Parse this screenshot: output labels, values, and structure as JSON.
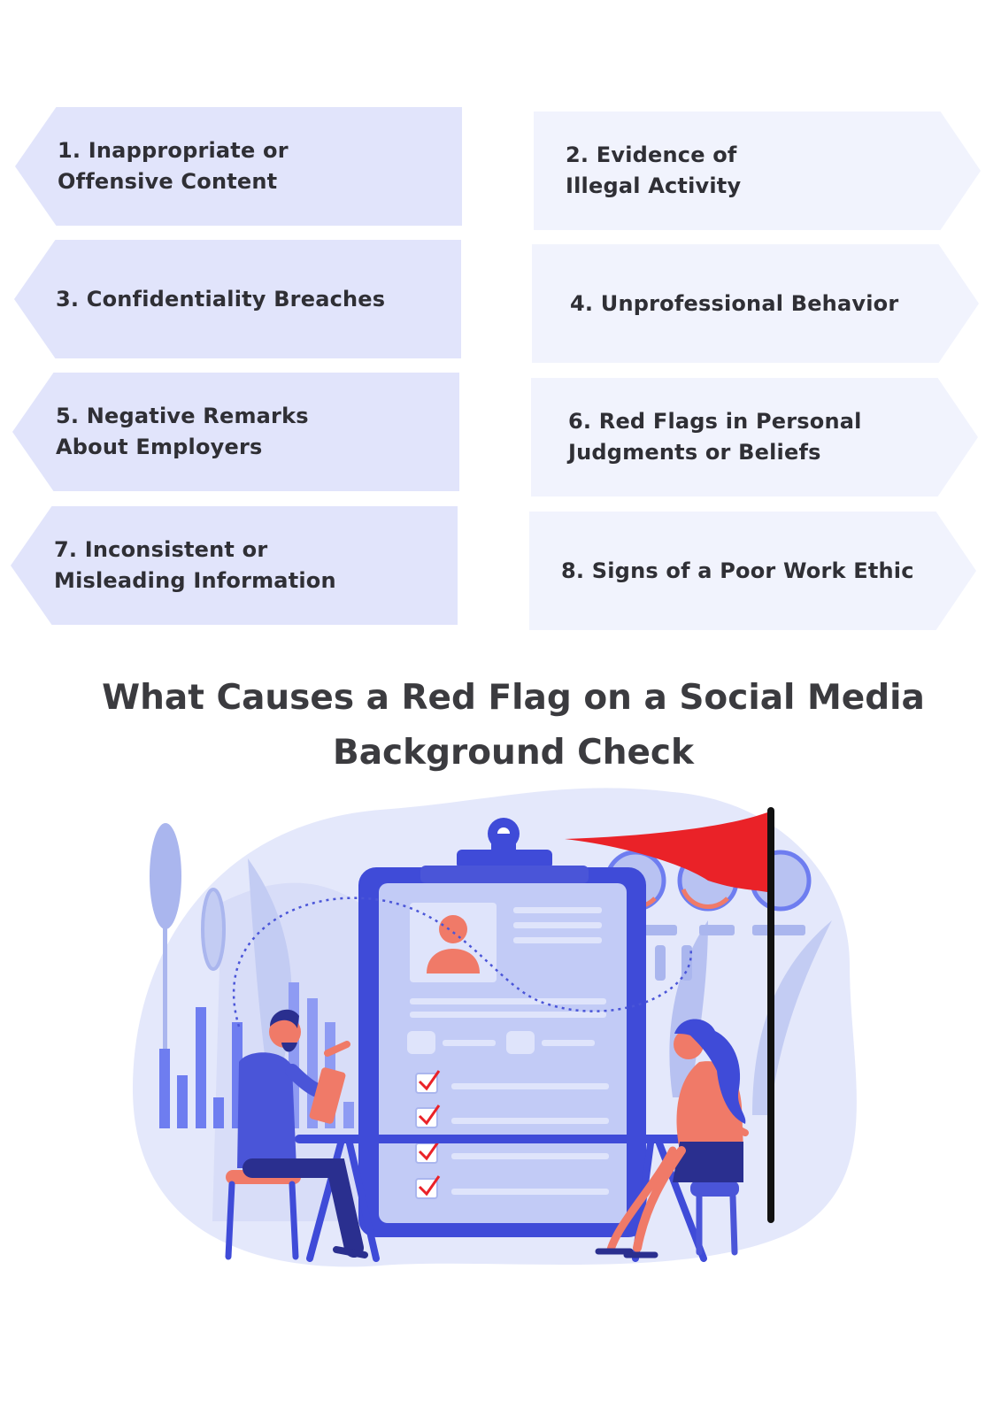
{
  "items": [
    {
      "label": "1. Inappropriate or Offensive Content"
    },
    {
      "label": "2. Evidence of Illegal Activity"
    },
    {
      "label": "3. Confidentiality Breaches"
    },
    {
      "label": "4. Unprofessional Behavior"
    },
    {
      "label": "5. Negative Remarks About Employers"
    },
    {
      "label": "6. Red Flags in Personal Judgments or Beliefs"
    },
    {
      "label": "7. Inconsistent or Misleading Information"
    },
    {
      "label": "8. Signs of a Poor Work Ethic"
    }
  ],
  "title": "What Causes a Red Flag on a Social Media Background Check",
  "colors": {
    "card_left": "#e1e4fb",
    "card_right": "#f1f3fd",
    "text": "#2f2f35",
    "accent_blue": "#4a55d8",
    "flag_red": "#ea2228",
    "person_coral": "#f07a68"
  },
  "illustration_icons": [
    "clipboard-icon",
    "red-flag-icon",
    "user-avatar-icon",
    "checkmark-icon",
    "bar-chart-icon"
  ]
}
